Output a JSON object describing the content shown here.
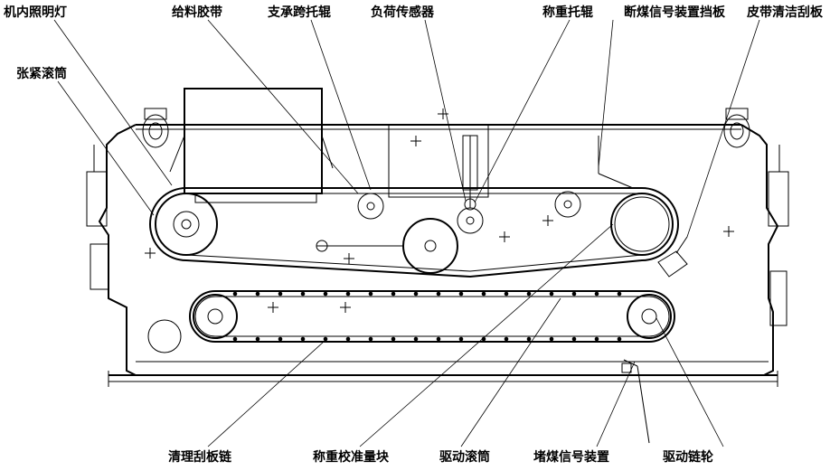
{
  "labels": {
    "lamp": "机内照明灯",
    "feed_belt": "给料胶带",
    "span_idler": "支承跨托辊",
    "load_cell": "负荷传感器",
    "weigh_idler": "称重托辊",
    "coal_break_baffle": "断煤信号装置挡板",
    "belt_scraper": "皮带清洁刮板",
    "tension_roller": "张紧滚筒",
    "clean_scraper_chain": "清理刮板链",
    "calibration_block": "称重校准量块",
    "drive_roller": "驱动滚筒",
    "blockage_signal": "堵煤信号装置",
    "drive_sprocket": "驱动链轮"
  }
}
